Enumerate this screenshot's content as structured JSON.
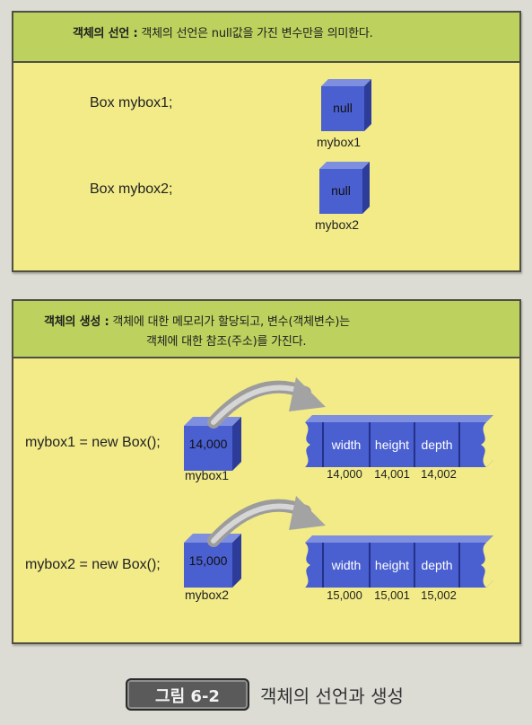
{
  "panel1": {
    "title": "객체의 선언 :",
    "desc": " 객체의 선언은 null값을 가진 변수만을 의미한다.",
    "rows": [
      {
        "code": "Box mybox1;",
        "value": "null",
        "name": "mybox1"
      },
      {
        "code": "Box mybox2;",
        "value": "null",
        "name": "mybox2"
      }
    ]
  },
  "panel2": {
    "title": "객체의 생성 :",
    "desc_line1": " 객체에 대한 메모리가 할당되고, 변수(객체변수)는",
    "desc_line2": "객체에 대한 참조(주소)를 가진다.",
    "rows": [
      {
        "code": "mybox1 = new Box();",
        "value": "14,000",
        "name": "mybox1",
        "fields": [
          "width",
          "height",
          "depth"
        ],
        "addresses": [
          "14,000",
          "14,001",
          "14,002"
        ]
      },
      {
        "code": "mybox2 = new Box();",
        "value": "15,000",
        "name": "mybox2",
        "fields": [
          "width",
          "height",
          "depth"
        ],
        "addresses": [
          "15,000",
          "15,001",
          "15,002"
        ]
      }
    ]
  },
  "caption": {
    "label": "그림 6-2",
    "text": "객체의 선언과 생성"
  },
  "colors": {
    "cube": "#3f55c4",
    "panel": "#f2eb88",
    "header": "#bcd15e"
  }
}
